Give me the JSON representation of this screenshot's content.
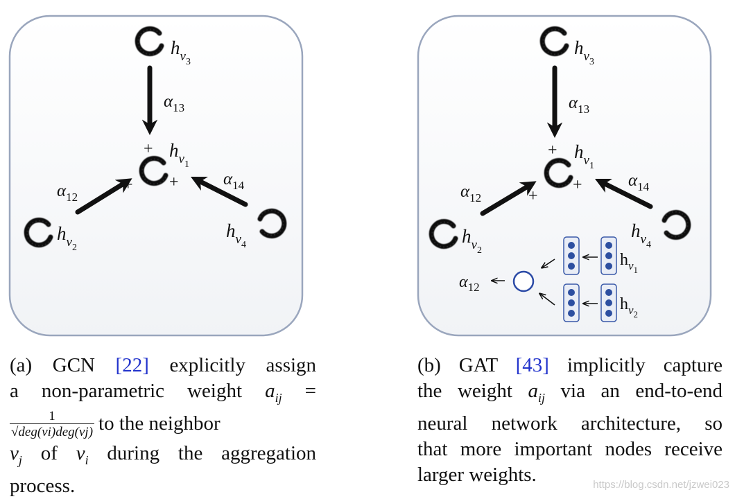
{
  "panel_a": {
    "labels": {
      "hv3": "h",
      "hv3_sub": "v",
      "hv3_subsub": "3",
      "hv1": "h",
      "hv1_sub": "v",
      "hv1_subsub": "1",
      "hv2": "h",
      "hv2_sub": "v",
      "hv2_subsub": "2",
      "hv4": "h",
      "hv4_sub": "v",
      "hv4_subsub": "4",
      "a13": "α",
      "a13_sub": "13",
      "a12": "α",
      "a12_sub": "12",
      "a14": "α",
      "a14_sub": "14",
      "plus": "+"
    }
  },
  "panel_b": {
    "labels": {
      "hv3": "h",
      "hv3_sub": "v",
      "hv3_subsub": "3",
      "hv1": "h",
      "hv1_sub": "v",
      "hv1_subsub": "1",
      "hv2": "h",
      "hv2_sub": "v",
      "hv2_subsub": "2",
      "hv4": "h",
      "hv4_sub": "v",
      "hv4_subsub": "4",
      "a13": "α",
      "a13_sub": "13",
      "a12": "α",
      "a12_sub": "12",
      "a14": "α",
      "a14_sub": "14",
      "plus": "+",
      "inset_h": "h",
      "inset_v": "v",
      "inset_1": "1",
      "inset_2": "2",
      "inset_alpha": "α",
      "inset_alpha_sub": "12"
    }
  },
  "caption_a": {
    "l1_a": "(a)",
    "l1_b": "GCN",
    "l1_ref": "[22]",
    "l1_c": "explicitly",
    "l1_d": "assign",
    "l2_a": "a non-parametric weight",
    "l2_math": "a",
    "l2_sub": "ij",
    "l2_eq": "=",
    "frac_num": "1",
    "frac_den": "√deg(vi)deg(vj)",
    "l3_tail": "to the neighbor",
    "l4_math": "v",
    "l4_sub": "j",
    "l4_a": "of",
    "l4_math2": "v",
    "l4_sub2": "i",
    "l4_b": "during the aggregation",
    "l5": "process."
  },
  "caption_b": {
    "l1_a": "(b)",
    "l1_b": "GAT",
    "l1_ref": "[43]",
    "l1_c": "implicitly",
    "l1_d": "capture",
    "l2_a": "the weight",
    "l2_math": "a",
    "l2_sub": "ij",
    "l2_b": "via an end-to-end",
    "l3": "neural network architecture, so",
    "l4": "that more important nodes receive",
    "l5": "larger weights."
  },
  "watermark": "https://blog.csdn.net/jzwei023"
}
